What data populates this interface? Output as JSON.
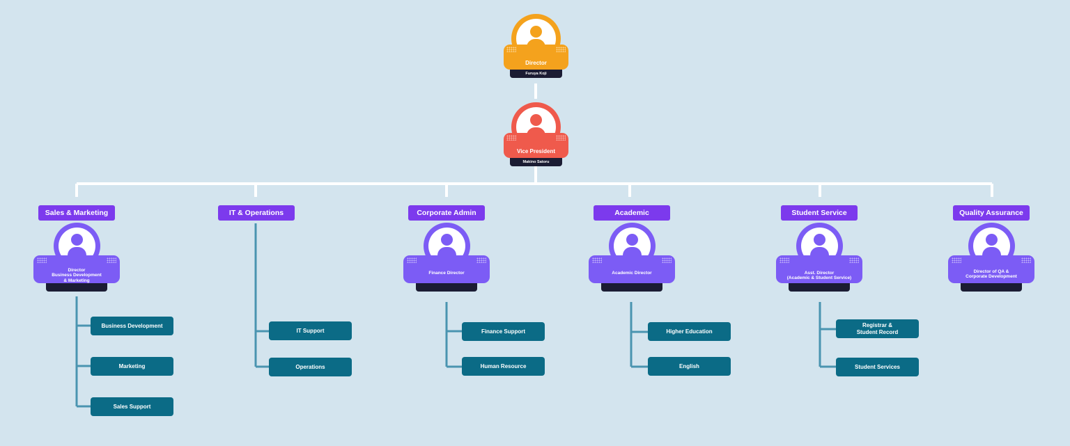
{
  "colors": {
    "background": "#d3e4ee",
    "director": "#f4a21d",
    "vice_president": "#ef5a4c",
    "department": "#7c5cf5",
    "department_label": "#7c3aed",
    "sub_unit": "#0b6b86",
    "connector": "#4a94b0",
    "name_bar": "#1b1c33"
  },
  "director": {
    "title": "Director",
    "name": "Furuya Koji"
  },
  "vice_president": {
    "title": "Vice President",
    "name": "Makino Satoru"
  },
  "departments": [
    {
      "label": "Sales & Marketing",
      "head": "Director\nBusiness Development\n& Marketing",
      "units": [
        "Business Development",
        "Marketing",
        "Sales Support"
      ]
    },
    {
      "label": "IT & Operations",
      "head": "",
      "units": [
        "IT Support",
        "Operations"
      ]
    },
    {
      "label": "Corporate Admin",
      "head": "Finance Director",
      "units": [
        "Finance Support",
        "Human Resource"
      ]
    },
    {
      "label": "Academic",
      "head": "Academic Director",
      "units": [
        "Higher Education",
        "English"
      ]
    },
    {
      "label": "Student Service",
      "head": "Asst. Director\n(Academic & Student Service)",
      "units": [
        "Registrar &\nStudent Record",
        "Student Services"
      ]
    },
    {
      "label": "Quality Assurance",
      "head": "Director of QA &\nCorporate Development",
      "units": []
    }
  ]
}
